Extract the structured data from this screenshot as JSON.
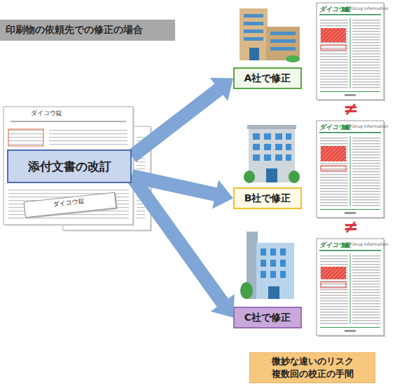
{
  "diagram": {
    "title": "印刷物の依頼先での修正の場合",
    "nodes": [
      {
        "text": [
          "添付文書の改訂"
        ]
      },
      {
        "text": [
          "A社で修正"
        ]
      },
      {
        "text": [
          "B社で修正"
        ]
      },
      {
        "text": [
          "C社で修正"
        ]
      },
      {
        "text": [
          "微妙な違いのリスク 複数回の校正の手間"
        ]
      }
    ],
    "edges": [
      {
        "from": 0,
        "to": 1,
        "arrow": "to"
      },
      {
        "from": 0,
        "to": 2,
        "arrow": "to"
      },
      {
        "from": 0,
        "to": 3,
        "arrow": "to"
      }
    ],
    "labels": [
      "ダイコウ錠",
      "ダイコウ錠",
      "ダイコウ錠",
      "Drug information",
      "≠",
      "ダイコウ錠",
      "Drug information",
      "≠",
      "ダイコウ錠",
      "Drug information"
    ]
  }
}
